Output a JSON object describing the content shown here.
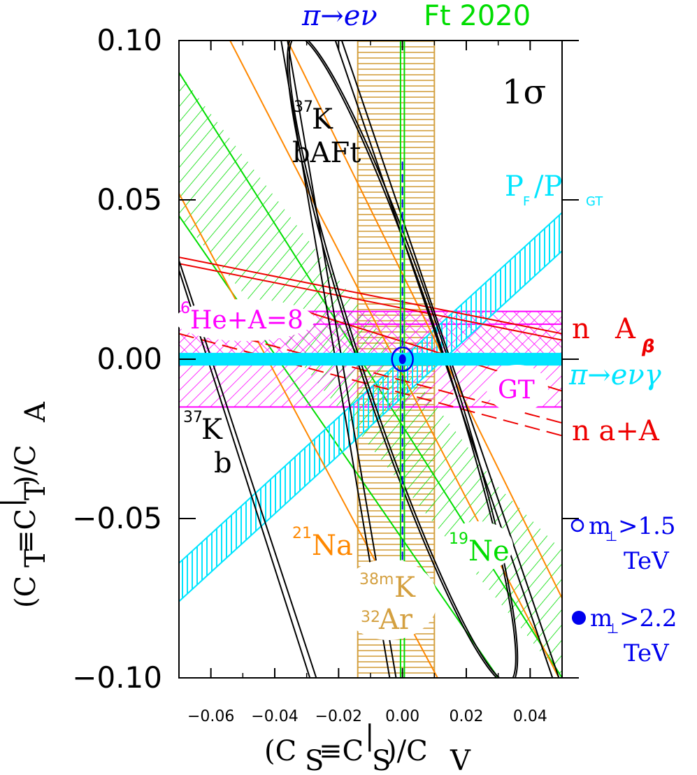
{
  "chart_data": {
    "type": "line",
    "title": "",
    "xlabel": "(C_S≡C'_S)/C_V",
    "ylabel": "(C_T≡C'_T)/C_A",
    "xlim": [
      -0.07,
      0.05
    ],
    "ylim": [
      -0.1,
      0.1
    ],
    "x_ticks": [
      "−0.06",
      "−0.04",
      "−0.02",
      "0.00",
      "0.02",
      "0.04"
    ],
    "y_ticks": [
      "0.10",
      "0.05",
      "0.00",
      "−0.05",
      "−0.10"
    ],
    "x_tick_values": [
      -0.06,
      -0.04,
      -0.02,
      0.0,
      0.02,
      0.04
    ],
    "y_tick_values": [
      0.1,
      0.05,
      0.0,
      -0.05,
      -0.1
    ],
    "confidence_label": "1σ",
    "top_labels": {
      "pi": "π→eν",
      "ft": "Ft 2020"
    },
    "colors": {
      "cyan": "#00e5ff",
      "magenta": "#ff00ff",
      "green": "#00dd00",
      "orange": "#ff8800",
      "gold": "#d4a040",
      "red": "#ee0000",
      "blue": "#0000ee",
      "black": "#000000"
    },
    "series": [
      {
        "label": "³⁷K bAFt",
        "kind": "ellipse",
        "color": "#000000",
        "points": [
          [
            -0.033,
            0.1
          ],
          [
            0.033,
            -0.1
          ]
        ]
      },
      {
        "label": "³⁷K b",
        "kind": "band-edges",
        "color": "#000000",
        "points": [
          [
            -0.07,
            0.03
          ],
          [
            -0.026,
            -0.1
          ]
        ]
      },
      {
        "label": "P_F/P_GT",
        "kind": "hatched-band",
        "color": "#00e5ff",
        "points": [
          [
            -0.07,
            -0.07
          ],
          [
            0.05,
            0.045
          ]
        ]
      },
      {
        "label": "⁶He+A=8",
        "kind": "hatched-band",
        "color": "#ff00ff",
        "points": [
          [
            -0.07,
            -0.015
          ],
          [
            0.05,
            0.015
          ]
        ]
      },
      {
        "label": "n A_β",
        "kind": "band-edges",
        "color": "#ee0000",
        "points": [
          [
            -0.07,
            0.032
          ],
          [
            0.05,
            0.008
          ]
        ]
      },
      {
        "label": "n a+A",
        "kind": "dashed-band",
        "color": "#ee0000",
        "points": [
          [
            -0.07,
            0.01
          ],
          [
            0.05,
            -0.02
          ]
        ]
      },
      {
        "label": "π→eνγ",
        "kind": "band",
        "color": "#00e5ff",
        "points": [
          [
            -0.07,
            0.0
          ],
          [
            0.05,
            0.0
          ]
        ]
      },
      {
        "label": "GT",
        "kind": "label",
        "color": "#ff00ff",
        "points": [
          [
            0.035,
            -0.009
          ]
        ]
      },
      {
        "label": "²¹Na",
        "kind": "band-edges",
        "color": "#ff8800",
        "points": [
          [
            -0.07,
            0.05
          ],
          [
            0.05,
            -0.08
          ]
        ]
      },
      {
        "label": "¹⁹Ne",
        "kind": "hatched-band",
        "color": "#00dd00",
        "points": [
          [
            -0.07,
            0.09
          ],
          [
            0.05,
            -0.1
          ]
        ]
      },
      {
        "label": "³⁸ᵐK ³²Ar",
        "kind": "hatched-band",
        "color": "#d4a040",
        "points": [
          [
            -0.014,
            0.1
          ],
          [
            0.01,
            -0.1
          ]
        ]
      },
      {
        "label": "π→eν",
        "kind": "band",
        "color": "#00dd00",
        "points": [
          [
            -0.0005,
            0.1
          ],
          [
            0.0005,
            -0.1
          ]
        ]
      },
      {
        "label": "m⊥>1.5 TeV",
        "kind": "marker-open",
        "color": "#0000ee",
        "points": [
          [
            0.0,
            0.0
          ]
        ]
      },
      {
        "label": "m⊥>2.2 TeV",
        "kind": "marker-filled",
        "color": "#0000ee",
        "points": [
          [
            0.0,
            0.0
          ]
        ]
      }
    ],
    "right_labels": {
      "nAb": "n",
      "nAb_sym": "A",
      "nAb_sub": "β",
      "piegamma": "π→eνγ",
      "naA": "n  a+A",
      "m15": "m",
      "m15_val": ">1.5",
      "m15_unit": "TeV",
      "m22": "m",
      "m22_val": ">2.2",
      "m22_unit": "TeV",
      "perp": "⊥"
    },
    "in_plot_labels": {
      "k37_top_sup": "37",
      "k37_top": "K",
      "k37_top_2": "bAFt",
      "k37_b_sup": "37",
      "k37_b": "K",
      "k37_b_2": "b",
      "pfpgt_p1": "P",
      "pfpgt_f": "F",
      "pfpgt_slash": "/P",
      "pfpgt_gt": "GT",
      "he6_sup": "6",
      "he6": "He+A=8",
      "gt": "GT",
      "na21_sup": "21",
      "na21": "Na",
      "ne19_sup": "19",
      "ne19": "Ne",
      "k38_sup": "38m",
      "k38": "K",
      "ar32_sup": "32",
      "ar32": "Ar"
    }
  }
}
